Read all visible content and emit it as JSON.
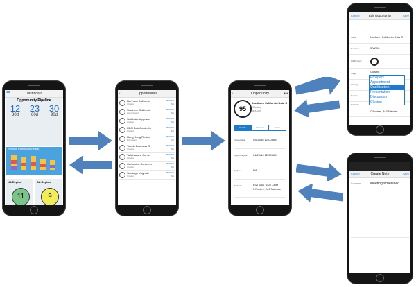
{
  "dashboard": {
    "title": "Dashboard",
    "pipeline_title": "Opportunity Pipeline",
    "kpis": [
      {
        "value": "12",
        "label": "30d"
      },
      {
        "value": "23",
        "label": "60d"
      },
      {
        "value": "30",
        "label": "90d"
      }
    ],
    "revenue_title": "Revenue Potential by Region",
    "regions": [
      {
        "name": "NA Region",
        "count": "11",
        "color": "#7cc48a"
      },
      {
        "name": "SA Region",
        "count": "9",
        "color": "#f2ec5a"
      }
    ]
  },
  "opportunities": {
    "title": "Opportunities",
    "rows": [
      {
        "name": "Northern California",
        "stage": "Closing",
        "amount": "$500000",
        "region": "NA"
      },
      {
        "name": "Southern California",
        "stage": "Appointment",
        "amount": "$500000",
        "region": "NA"
      },
      {
        "name": "Salt Lake Upgrade",
        "stage": "Closing",
        "amount": "$100000",
        "region": "NA"
      },
      {
        "name": "UDN DataCenter In",
        "stage": "Closing",
        "amount": "$500000",
        "region": "EU"
      },
      {
        "name": "Hong Kong Redesi",
        "stage": "Discussion",
        "amount": "$500000",
        "region": "AP"
      },
      {
        "name": "Toledo Business C",
        "stage": "Closing",
        "amount": "$500000",
        "region": "NA"
      },
      {
        "name": "Tallahassee Confer",
        "stage": "Closing",
        "amount": "$500000",
        "region": "NA"
      },
      {
        "name": "Carbonica Conferen",
        "stage": "Closing",
        "amount": "$500000",
        "region": "NA"
      },
      {
        "name": "Santiago Upgrade",
        "stage": "Closing",
        "amount": "$500000",
        "region": "SA"
      }
    ]
  },
  "opportunity": {
    "title": "Opportunity",
    "score": "95",
    "name": "Northern California Data C",
    "stage": "Closing",
    "amount": "500000",
    "tabs": [
      "Details",
      "Accounts",
      "Notes"
    ],
    "fields": [
      {
        "label": "CloseUpdate",
        "value": "09/08/16 12:00 AM"
      },
      {
        "label": "OpportunityDa",
        "value": "01/26/16 12:00 AM"
      },
      {
        "label": "Region",
        "value": "NA"
      },
      {
        "label": "Products",
        "value": "ESA Datal_A420 Cable"
      },
      {
        "label": "",
        "value": "E Routers , A10 Switches"
      }
    ]
  },
  "edit": {
    "title": "Edit Opportunity",
    "cancel": "Cancel",
    "save": "Save",
    "fields": [
      {
        "label": "Name",
        "value": "Northern California Data C"
      },
      {
        "label": "Revenue",
        "value": "500000"
      },
      {
        "label": "WinPercent",
        "value": ""
      },
      {
        "label": "Stage",
        "value": "Closing"
      },
      {
        "label": "Closing",
        "value": ""
      },
      {
        "label": "Region",
        "value": ""
      },
      {
        "label": "Products",
        "value": "C Routers , A10 Switches"
      }
    ],
    "stage_options": [
      "Prospect",
      "Appointment",
      "Qualification",
      "Presentation",
      "Discussion",
      "Closing"
    ],
    "selected_option": 2
  },
  "note": {
    "title": "Create Note",
    "cancel": "Cancel",
    "save": "Save",
    "comment_label": "Comment",
    "comment_value": "Meeting scheduled"
  },
  "colors": {
    "arrow": "#4f81bd",
    "link": "#1f7ac8",
    "revenue_panel": "#4aa3df"
  }
}
